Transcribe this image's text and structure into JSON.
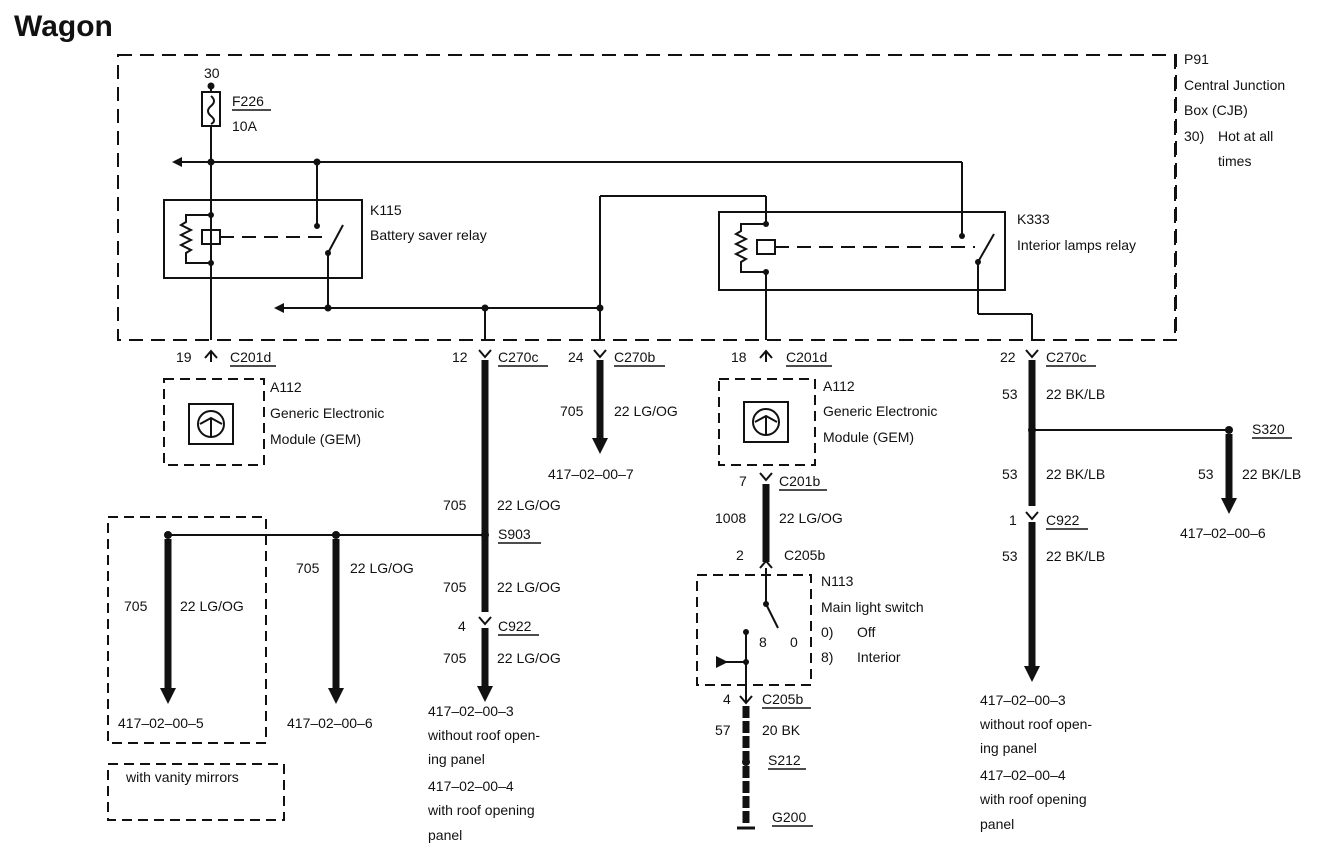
{
  "title": "Wagon",
  "cjb": {
    "id": "P91",
    "name_line1": "Central Junction",
    "name_line2": "Box (CJB)",
    "note_code": "30)",
    "note_line1": "Hot at all",
    "note_line2": "times",
    "circuit": "30"
  },
  "fuse": {
    "id": "F226",
    "rating": "10A"
  },
  "relay_k115": {
    "id": "K115",
    "label": "Battery saver relay"
  },
  "relay_k333": {
    "id": "K333",
    "label": "Interior lamps relay"
  },
  "gem_left": {
    "pin": "19",
    "connector": "C201d",
    "id": "A112",
    "line1": "Generic Electronic",
    "line2": "Module (GEM)"
  },
  "gem_right": {
    "pin": "18",
    "connector": "C201d",
    "id": "A112",
    "line1": "Generic Electronic",
    "line2": "Module (GEM)",
    "out_pin": "7",
    "out_connector": "C201b"
  },
  "c270c_left": {
    "pin": "12",
    "connector": "C270c",
    "circuit": "705",
    "wire": "22 LG/OG",
    "splice": "S903",
    "circuit2": "705",
    "wire2": "22 LG/OG",
    "c922_pin": "4",
    "c922": "C922",
    "circuit3": "705",
    "wire3": "22 LG/OG",
    "ref1": "417–02–00–3",
    "ref1_note1": "without roof open-",
    "ref1_note2": "ing panel",
    "ref2": "417–02–00–4",
    "ref2_note1": "with roof opening",
    "ref2_note2": "panel"
  },
  "c270b": {
    "pin": "24",
    "connector": "C270b",
    "circuit": "705",
    "wire": "22 LG/OG",
    "ref": "417–02–00–7"
  },
  "vanity": {
    "circuit": "705",
    "wire": "22 LG/OG",
    "ref": "417–02–00–5",
    "label": "with vanity mirrors"
  },
  "mid_branch": {
    "circuit": "705",
    "wire": "22 LG/OG",
    "ref": "417–02–00–6"
  },
  "light_switch": {
    "circuit": "1008",
    "wire": "22 LG/OG",
    "in_pin": "2",
    "in_connector": "C205b",
    "id": "N113",
    "label": "Main light switch",
    "opt0_code": "0)",
    "opt0_label": "Off",
    "opt8_code": "8)",
    "opt8_label": "Interior",
    "pos8": "8",
    "pos0": "0",
    "out_pin": "4",
    "out_connector": "C205b",
    "gnd_circuit": "57",
    "gnd_wire": "20 BK",
    "splice": "S212",
    "ground": "G200"
  },
  "c270c_right": {
    "pin": "22",
    "connector": "C270c",
    "circuit": "53",
    "wire": "22 BK/LB",
    "circuit2": "53",
    "wire2": "22 BK/LB",
    "c922_pin": "1",
    "c922": "C922",
    "circuit3": "53",
    "wire3": "22 BK/LB",
    "ref1": "417–02–00–3",
    "ref1_note1": "without roof open-",
    "ref1_note2": "ing panel",
    "ref2": "417–02–00–4",
    "ref2_note1": "with roof opening",
    "ref2_note2": "panel"
  },
  "s320": {
    "splice": "S320",
    "circuit": "53",
    "wire": "22 BK/LB",
    "ref": "417–02–00–6"
  }
}
